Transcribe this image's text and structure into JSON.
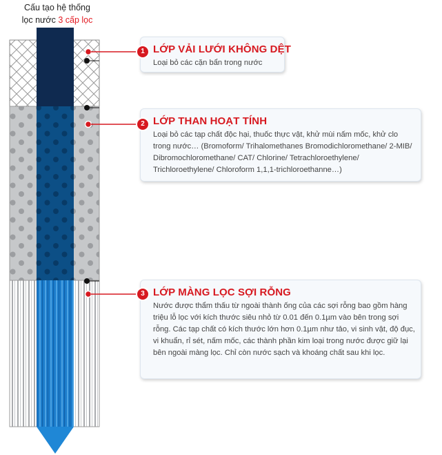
{
  "header": {
    "line1": "Cấu tạo hệ thống",
    "line2_prefix": "lọc nước ",
    "line2_accent": "3 cấp lọc"
  },
  "colors": {
    "accent": "#d71920",
    "core_dark": "#0e2b52",
    "core_mid": "#0d4f86",
    "core_light": "#1478c7",
    "carbon_gray": "#c5c7c9"
  },
  "layers": [
    {
      "number": "1",
      "title": "LỚP VẢI LƯỚI KHÔNG DỆT",
      "description": "Loại bỏ các cặn bẩn trong nước"
    },
    {
      "number": "2",
      "title": "LỚP THAN HOẠT TÍNH",
      "description": "Loại bỏ các tạp chất độc hại, thuốc thực vật, khử mùi nấm mốc, khử clo trong nước… (Bromoform/ Trihalomethanes Bromodichloromethane/ 2-MIB/ Dibromochloromethane/ CAT/ Chlorine/ Tetrachloroethylene/ Trichloroethylene/ Chloroform 1,1,1-trichloroethanne…)"
    },
    {
      "number": "3",
      "title": "LỚP MÀNG LỌC SỢI RỖNG",
      "description": "Nước được thẩm thấu từ ngoài thành ống của các sợi rỗng bao gồm hàng triệu lỗ lọc với kích thước siêu nhỏ từ 0.01 đến 0.1µm vào bên trong sợi rỗng. Các tạp chất có kích thước lớn hơn 0.1µm như tảo, vi sinh vật, độ đục, vi khuẩn, rỉ sét, nấm mốc, các thành phần kim loại trong nước được giữ lại bên ngoài màng lọc. Chỉ còn nước sạch và khoáng chất sau khi lọc."
    }
  ]
}
